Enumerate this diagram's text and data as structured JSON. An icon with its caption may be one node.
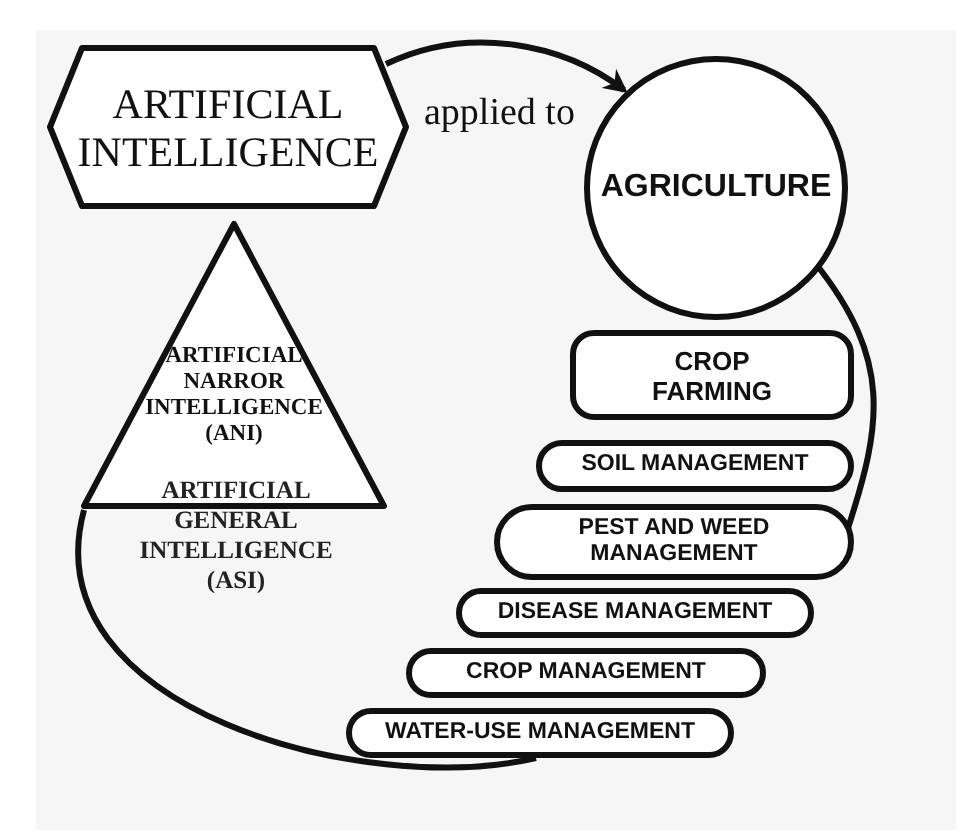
{
  "diagram": {
    "nodes": [
      {
        "text": [
          "ARTIFICIAL INTELLIGENCE"
        ]
      },
      {
        "text": [
          "AGRICULTURE"
        ]
      },
      {
        "text": [
          "ARTIFICIAL NARROR INTELLIGENCE (ANI)"
        ]
      },
      {
        "text": [
          "CROP FARMING"
        ]
      },
      {
        "text": [
          "SOIL MANAGEMENT"
        ]
      },
      {
        "text": [
          "PEST AND WEED MANAGEMENT"
        ]
      },
      {
        "text": [
          "DISEASE MANAGEMENT"
        ]
      },
      {
        "text": [
          "CROP MANAGEMENT"
        ]
      },
      {
        "text": [
          "WATER-USE MANAGEMENT"
        ]
      }
    ],
    "edges": [
      {
        "from": 0,
        "to": 1,
        "arrow": "to",
        "label": "applied to"
      },
      {
        "from": 1,
        "to": 5,
        "arrow": "none"
      },
      {
        "from": 2,
        "to": 8,
        "arrow": "none"
      }
    ],
    "labels": [
      "ARTIFICIAL GENERAL INTELLIGENCE (ASI)"
    ]
  }
}
